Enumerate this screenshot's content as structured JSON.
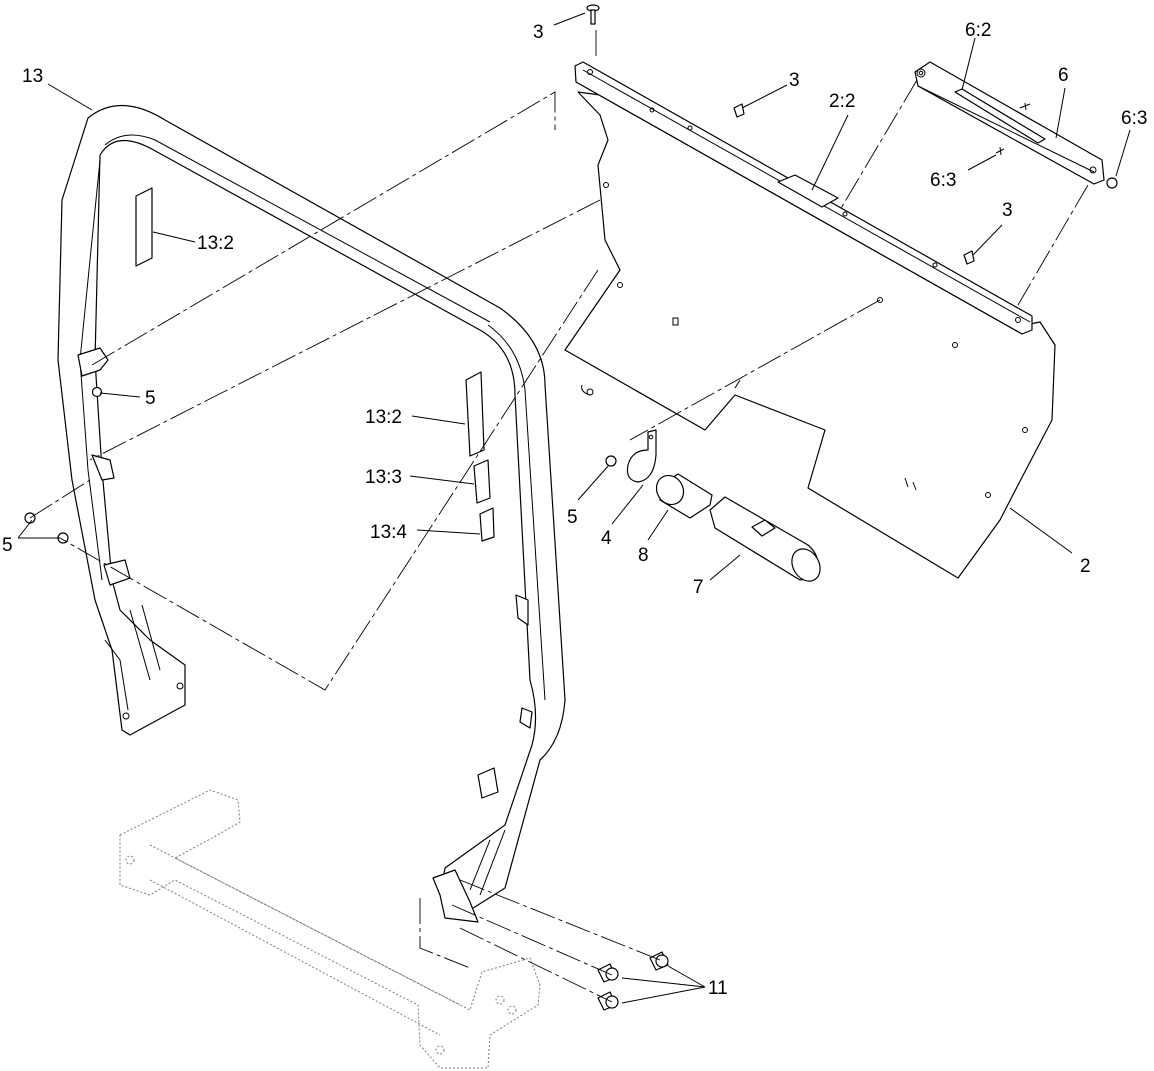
{
  "callouts": [
    {
      "id": "c-13",
      "text": "13"
    },
    {
      "id": "c-13-2-upper",
      "text": "13:2"
    },
    {
      "id": "c-5-left-mid",
      "text": "5"
    },
    {
      "id": "c-5-left-low",
      "text": "5"
    },
    {
      "id": "c-3-top",
      "text": "3"
    },
    {
      "id": "c-3-mid",
      "text": "3"
    },
    {
      "id": "c-3-right",
      "text": "3"
    },
    {
      "id": "c-2-2",
      "text": "2:2"
    },
    {
      "id": "c-6-2",
      "text": "6:2"
    },
    {
      "id": "c-6",
      "text": "6"
    },
    {
      "id": "c-6-3-right",
      "text": "6:3"
    },
    {
      "id": "c-6-3-left",
      "text": "6:3"
    },
    {
      "id": "c-13-2-lower",
      "text": "13:2"
    },
    {
      "id": "c-13-3",
      "text": "13:3"
    },
    {
      "id": "c-13-4",
      "text": "13:4"
    },
    {
      "id": "c-5-clamp",
      "text": "5"
    },
    {
      "id": "c-4",
      "text": "4"
    },
    {
      "id": "c-8",
      "text": "8"
    },
    {
      "id": "c-7",
      "text": "7"
    },
    {
      "id": "c-2",
      "text": "2"
    },
    {
      "id": "c-11",
      "text": "11"
    }
  ]
}
